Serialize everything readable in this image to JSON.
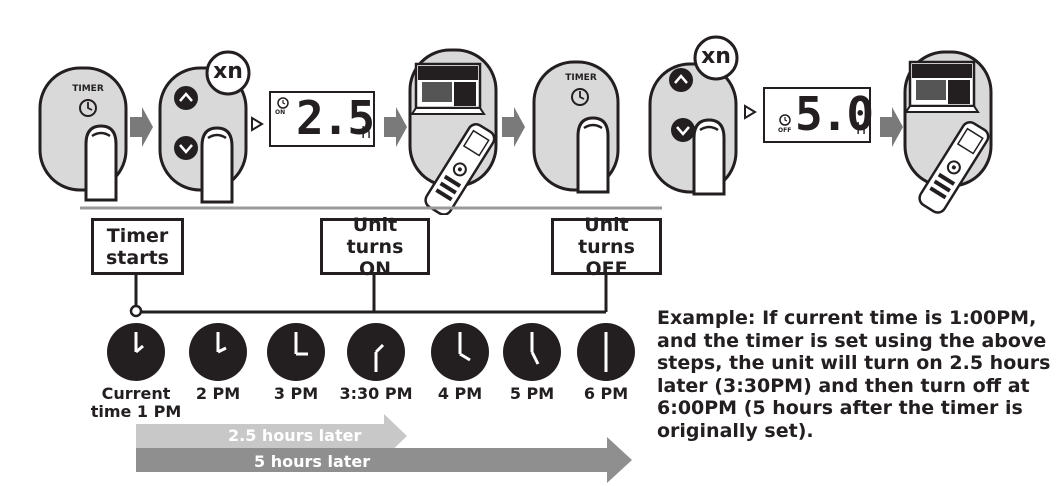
{
  "steps": {
    "timer_label_1": "TIMER",
    "timer_label_2": "TIMER",
    "repeat_badge_1": "xn",
    "repeat_badge_2": "xn",
    "display_1": {
      "indicator": "ON",
      "value": "2.5",
      "unit": "h"
    },
    "display_2": {
      "indicator": "OFF",
      "value": "5.0",
      "unit": "h"
    }
  },
  "timeline": {
    "events": {
      "timer_starts": {
        "line1": "Timer",
        "line2": "starts"
      },
      "unit_on": {
        "line1": "Unit turns",
        "line2": "ON"
      },
      "unit_off": {
        "line1": "Unit turns",
        "line2": "OFF"
      }
    },
    "clocks": [
      {
        "line1": "Current",
        "line2": "time 1 PM"
      },
      {
        "line1": "2 PM",
        "line2": ""
      },
      {
        "line1": "3 PM",
        "line2": ""
      },
      {
        "line1": "3:30 PM",
        "line2": ""
      },
      {
        "line1": "4 PM",
        "line2": ""
      },
      {
        "line1": "5 PM",
        "line2": ""
      },
      {
        "line1": "6 PM",
        "line2": ""
      }
    ],
    "arrows": {
      "short": "2.5 hours later",
      "long": "5 hours later"
    }
  },
  "example_text": "Example: If current time is 1:00PM, and the timer is set using the above steps, the unit will turn on 2.5 hours later (3:30PM) and then turn off at 6:00PM (5 hours after the timer is originally set).",
  "colors": {
    "ink": "#231f20",
    "panel": "#d9d9d9",
    "arrow_light": "#c8c8c8",
    "arrow_dark": "#8f8f8f",
    "step_arrow": "#7a7a7a"
  }
}
